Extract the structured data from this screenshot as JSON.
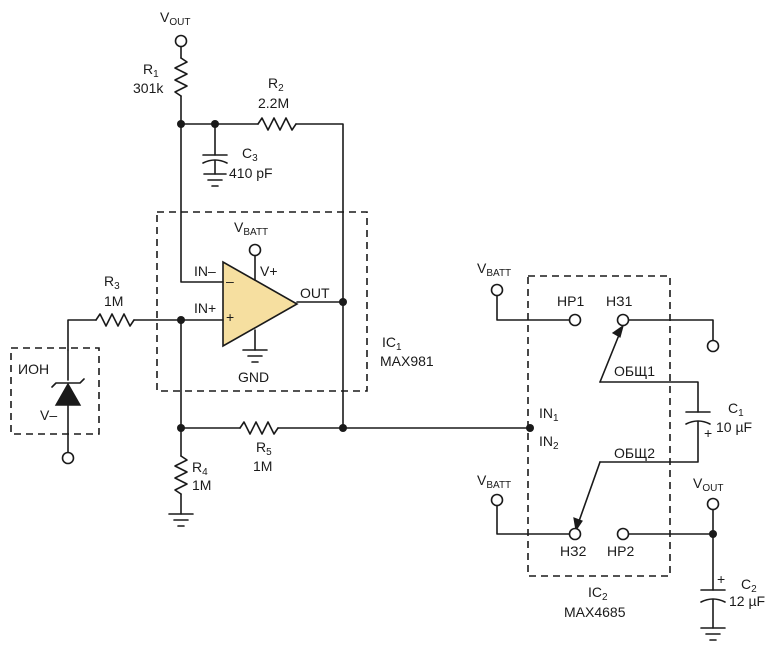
{
  "labels": {
    "vout_top": "V",
    "vout_top_sub": "OUT",
    "r1_name": "R",
    "r1_sub": "1",
    "r1_value": "301k",
    "r2_name": "R",
    "r2_sub": "2",
    "r2_value": "2.2M",
    "c3_name": "C",
    "c3_sub": "3",
    "c3_value": "410 pF",
    "vbatt_ic1": "V",
    "vbatt_ic1_sub": "BATT",
    "in_minus": "IN–",
    "in_plus": "IN+",
    "vplus": "V+",
    "out": "OUT",
    "gnd": "GND",
    "minus_sign": "–",
    "plus_sign": "+",
    "ic1_name": "IC",
    "ic1_sub": "1",
    "ic1_part": "MAX981",
    "r3_name": "R",
    "r3_sub": "3",
    "r3_value": "1M",
    "ion": "ИОН",
    "v_minus": "V–",
    "r5_name": "R",
    "r5_sub": "5",
    "r5_value": "1M",
    "r4_name": "R",
    "r4_sub": "4",
    "r4_value": "1M",
    "vbatt_top": "V",
    "vbatt_top_sub": "BATT",
    "hp1": "НР1",
    "h31": "НЗ1",
    "common1": "ОБЩ1",
    "in1": "IN",
    "in1_sub": "1",
    "in2": "IN",
    "in2_sub": "2",
    "c1_name": "C",
    "c1_sub": "1",
    "c1_value": "10 µF",
    "c1_plus": "+",
    "common2": "ОБЩ2",
    "vbatt_bottom": "V",
    "vbatt_bottom_sub": "BATT",
    "vout_right": "V",
    "vout_right_sub": "OUT",
    "h32": "НЗ2",
    "hp2": "НР2",
    "ic2_name": "IC",
    "ic2_sub": "2",
    "ic2_part": "MAX4685",
    "c2_name": "C",
    "c2_sub": "2",
    "c2_value": "12 µF",
    "c2_plus": "+"
  },
  "colors": {
    "opamp_fill": "#f6dfa0",
    "ink": "#1a1a1a"
  },
  "icons": {
    "diode": "zener-diode-icon",
    "ground": "ground-icon",
    "resistor": "resistor-icon",
    "capacitor": "capacitor-icon",
    "opamp": "comparator-triangle-icon"
  }
}
